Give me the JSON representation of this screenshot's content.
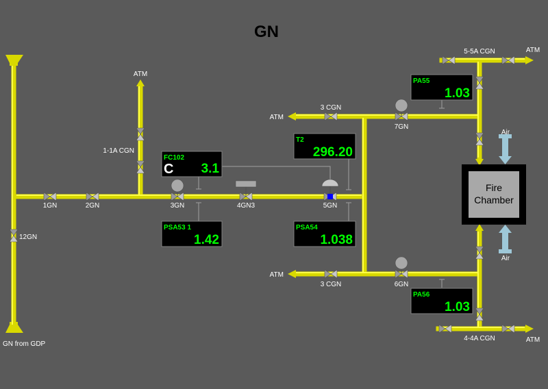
{
  "title": "GN",
  "colors": {
    "background": "#5a5a5a",
    "pipe": "#d9d900",
    "value_text": "#00ff00",
    "air_pipe": "#9ec8d8"
  },
  "valves": {
    "v12gn": "12GN",
    "v1gn": "1GN",
    "v2gn": "2GN",
    "v3gn": "3GN",
    "v4gn3": "4GN3",
    "v5gn": "5GN",
    "v11acgn": "1-1A CGN",
    "v3cgn_top": "3 CGN",
    "v3cgn_bot": "3 CGN",
    "v7gn": "7GN",
    "v6gn": "6GN",
    "v55acgn": "5-5A CGN",
    "v44acgn": "4-4A CGN"
  },
  "labels": {
    "gn_from_gdp": "GN from GDP",
    "atm_1": "ATM",
    "atm_2": "ATM",
    "atm_3": "ATM",
    "atm_4": "ATM",
    "atm_5": "ATM",
    "air_top": "Air",
    "air_bottom": "Air",
    "fire_line1": "Fire",
    "fire_line2": "Chamber"
  },
  "instruments": {
    "fc102": {
      "tag": "FC102",
      "mode": "C",
      "value": "3.1"
    },
    "psa53": {
      "tag": "PSA53 1",
      "value": "1.42"
    },
    "t2": {
      "tag": "T2",
      "value": "296.20"
    },
    "psa54": {
      "tag": "PSA54",
      "value": "1.038"
    },
    "pa55": {
      "tag": "PA55",
      "value": "1.03"
    },
    "pa56": {
      "tag": "PA56",
      "value": "1.03"
    }
  }
}
